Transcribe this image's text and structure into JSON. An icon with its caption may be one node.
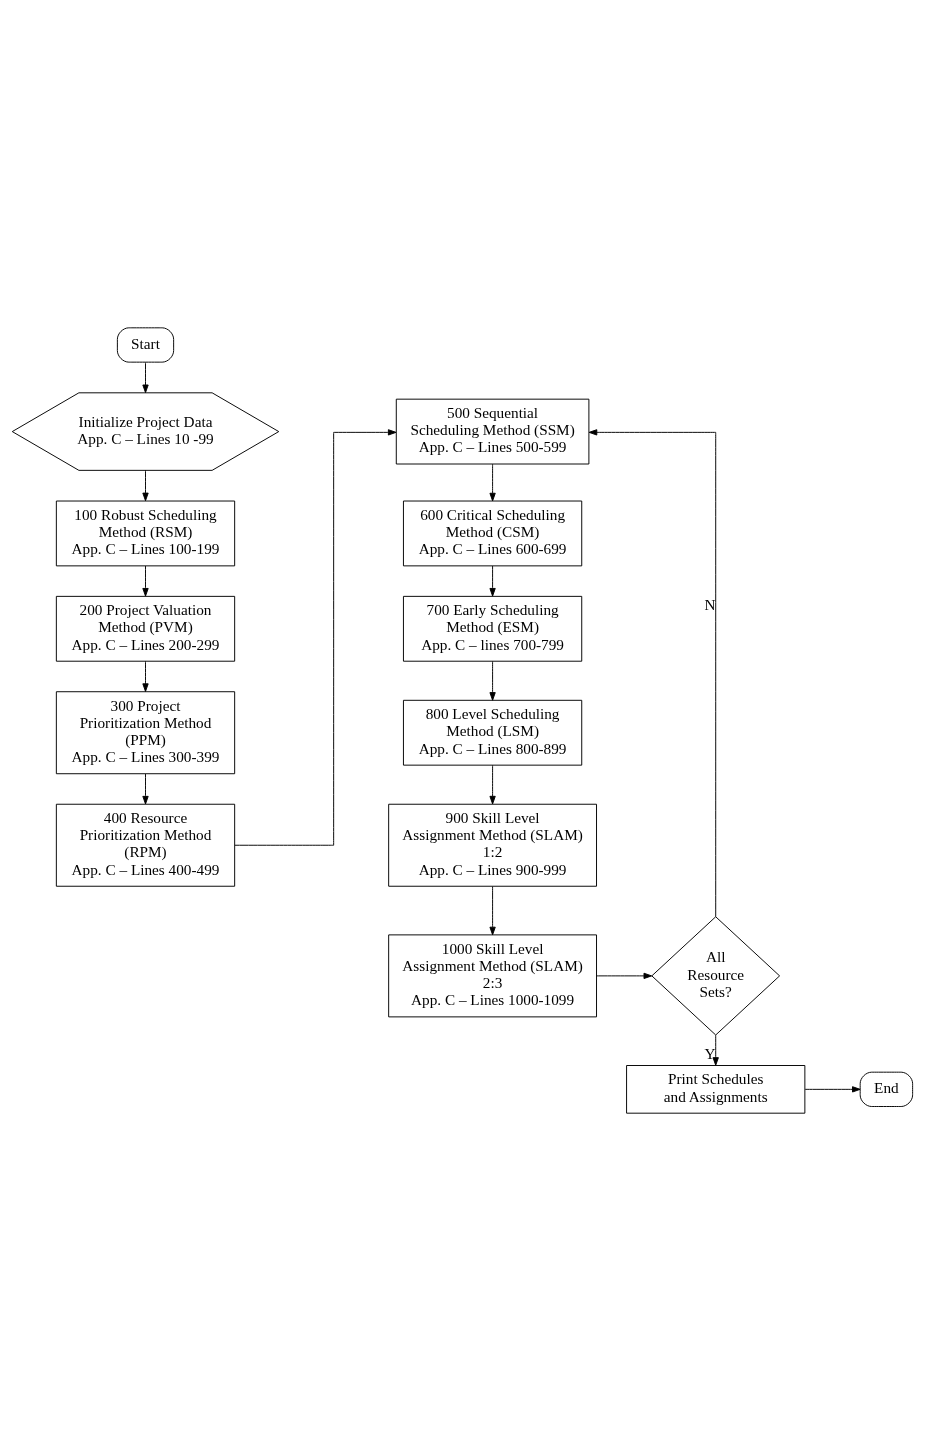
{
  "diagram": {
    "nodes": [
      {
        "text": [
          "Start"
        ]
      },
      {
        "text": [
          "Initialize Project Data",
          "App. C – Lines 10 -99"
        ]
      },
      {
        "text": [
          "100 Robust Scheduling Method (RSM)",
          "App. C – Lines 100-199"
        ]
      },
      {
        "text": [
          "200 Project Valuation Method (PVM)",
          "App. C – Lines 200-299"
        ]
      },
      {
        "text": [
          "300 Project Prioritization Method (PPM)",
          "App. C – Lines 300-399"
        ]
      },
      {
        "text": [
          "400 Resource Prioritization Method (RPM)",
          "App. C – Lines 400-499"
        ]
      },
      {
        "text": [
          "500 Sequential Scheduling Method (SSM)",
          "App. C – Lines 500-599"
        ]
      },
      {
        "text": [
          "600 Critical Scheduling Method (CSM)",
          "App. C – Lines 600-699"
        ]
      },
      {
        "text": [
          "700 Early Scheduling Method (ESM)",
          "App. C – lines 700-799"
        ]
      },
      {
        "text": [
          "800 Level Scheduling Method (LSM)",
          "App. C – Lines 800-899"
        ]
      },
      {
        "text": [
          "900 Skill Level Assignment Method (SLAM) 1:2",
          "App. C – Lines 900-999"
        ]
      },
      {
        "text": [
          "1000 Skill Level Assignment Method (SLAM) 2:3",
          "App. C – Lines 1000-1099"
        ]
      },
      {
        "text": [
          "All Resource Sets?"
        ]
      },
      {
        "text": [
          "Print Schedules and Assignments"
        ]
      },
      {
        "text": [
          "End"
        ]
      }
    ],
    "edges": [
      {
        "from": 0,
        "to": 1,
        "arrow": "to"
      },
      {
        "from": 1,
        "to": 2,
        "arrow": "to"
      },
      {
        "from": 2,
        "to": 3,
        "arrow": "to"
      },
      {
        "from": 3,
        "to": 4,
        "arrow": "to"
      },
      {
        "from": 4,
        "to": 5,
        "arrow": "to"
      },
      {
        "from": 5,
        "to": 6,
        "arrow": "to"
      },
      {
        "from": 12,
        "to": 6,
        "arrow": "to",
        "label": "N"
      },
      {
        "from": 6,
        "to": 7,
        "arrow": "to"
      },
      {
        "from": 7,
        "to": 8,
        "arrow": "to"
      },
      {
        "from": 8,
        "to": 9,
        "arrow": "to"
      },
      {
        "from": 9,
        "to": 10,
        "arrow": "to"
      },
      {
        "from": 10,
        "to": 11,
        "arrow": "to"
      },
      {
        "from": 11,
        "to": 12,
        "arrow": "to"
      },
      {
        "from": 12,
        "to": 13,
        "arrow": "to",
        "label": "Y"
      },
      {
        "from": 13,
        "to": 14,
        "arrow": "to"
      }
    ]
  }
}
